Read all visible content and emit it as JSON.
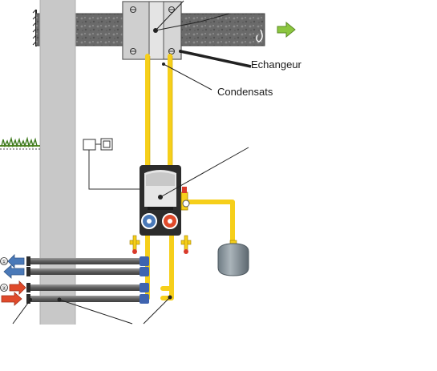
{
  "labels": {
    "echangeur": "Echangeur",
    "condensats": "Condensats"
  },
  "circuit_markers": [
    "①",
    "②"
  ],
  "colors": {
    "pipe_yellow": "#f6cf1a",
    "wall_grey": "#c8c8c8",
    "insulation": "#6e6e6e",
    "return_blue": "#4a79b8",
    "flow_red": "#e04a2b",
    "flow_green": "#8cc63f",
    "station_body": "#2c2c2c",
    "vessel_grey": "#8e9aa2"
  }
}
